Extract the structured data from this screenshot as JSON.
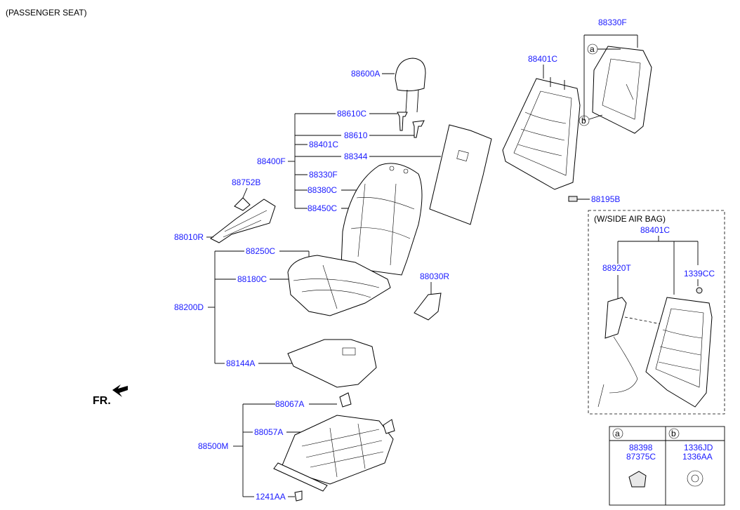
{
  "header": {
    "title": "(PASSENGER SEAT)"
  },
  "direction_label": "FR.",
  "inset": {
    "title": "(W/SIDE AIR BAG)",
    "labels": {
      "frame": "88401C",
      "airbag": "88920T",
      "nut": "1339CC"
    }
  },
  "legend": {
    "cols": [
      {
        "key": "a",
        "parts": [
          "88398",
          "87375C"
        ]
      },
      {
        "key": "b",
        "parts": [
          "1336JD",
          "1336AA"
        ]
      }
    ]
  },
  "callouts": {
    "circle_a": "a",
    "circle_b": "b"
  },
  "labels": {
    "headrest": "88600A",
    "guide_c": "88610C",
    "guide": "88610",
    "back_frame_sub": "88401C",
    "back_assy": "88400F",
    "back_pad": "88344",
    "back_board_sub": "88330F",
    "back_cover": "88380C",
    "back_foam": "88450C",
    "cover_b": "88752B",
    "shield_r": "88010R",
    "cushion_cover": "88250C",
    "cushion_pad": "88180C",
    "cushion_assy": "88200D",
    "cushion_mat": "88144A",
    "side_cover": "88030R",
    "board": "88330F",
    "frame": "88401C",
    "bolt": "88195B",
    "bracket_a": "88067A",
    "bracket_b": "88057A",
    "track_assy": "88500M",
    "screw": "1241AA"
  }
}
